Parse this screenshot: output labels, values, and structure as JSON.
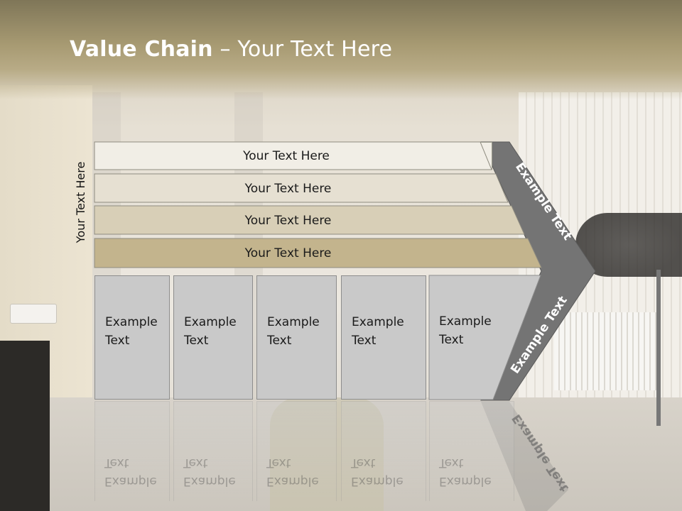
{
  "slide": {
    "title_bold": "Value Chain",
    "title_rest": " – Your Text Here",
    "side_label": "Your Text Here"
  },
  "bars": [
    {
      "label": "Your Text Here",
      "fill": "#f1eee6"
    },
    {
      "label": "Your Text Here",
      "fill": "#e6e0d2"
    },
    {
      "label": "Your Text Here",
      "fill": "#d8cfb7"
    },
    {
      "label": "Your Text Here",
      "fill": "#c3b48d"
    }
  ],
  "boxes": [
    {
      "line1": "Example",
      "line2": "Text"
    },
    {
      "line1": "Example",
      "line2": "Text"
    },
    {
      "line1": "Example",
      "line2": "Text"
    },
    {
      "line1": "Example",
      "line2": "Text"
    },
    {
      "line1": "Example",
      "line2": "Text"
    }
  ],
  "arrow": {
    "upper_label": "Example Text",
    "lower_label": "Example Text",
    "fill": "#747474"
  }
}
